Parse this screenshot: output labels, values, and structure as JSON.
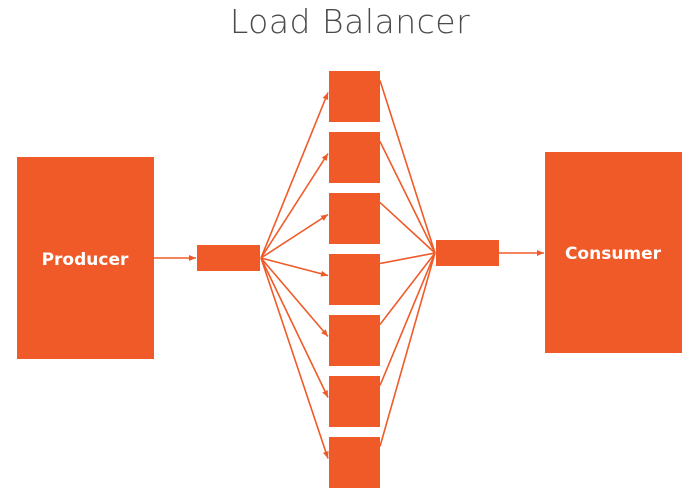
{
  "title": "Load Balancer",
  "colors": {
    "accent": "#F05A28",
    "title": "#4a4a4a",
    "background": "#ffffff"
  },
  "producer": {
    "label": "Producer"
  },
  "consumer": {
    "label": "Consumer"
  },
  "distributor": {
    "label": ""
  },
  "aggregator": {
    "label": ""
  },
  "workers": [
    {
      "id": "worker-1"
    },
    {
      "id": "worker-2"
    },
    {
      "id": "worker-3"
    },
    {
      "id": "worker-4"
    },
    {
      "id": "worker-5"
    },
    {
      "id": "worker-6"
    },
    {
      "id": "worker-7"
    }
  ]
}
